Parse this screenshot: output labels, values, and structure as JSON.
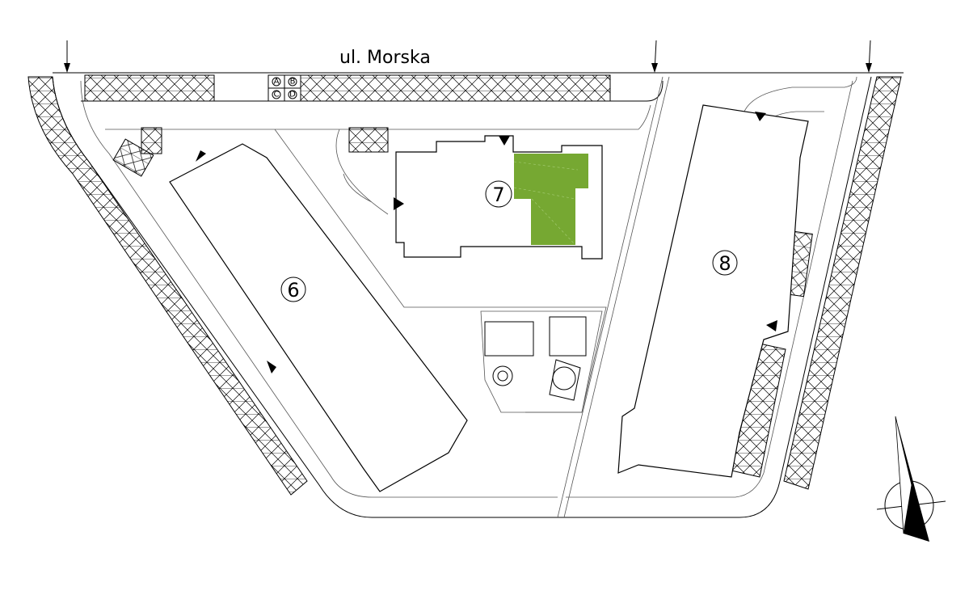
{
  "street": {
    "name": "ul. Morska"
  },
  "buildings": [
    {
      "number": "6"
    },
    {
      "number": "7"
    },
    {
      "number": "8"
    }
  ],
  "parking_labels": [
    "A",
    "B",
    "C",
    "D"
  ],
  "colors": {
    "highlight": "#76a832",
    "line": "#000000"
  },
  "icons": [
    "entrance-arrow-icon",
    "north-arrow-icon"
  ]
}
